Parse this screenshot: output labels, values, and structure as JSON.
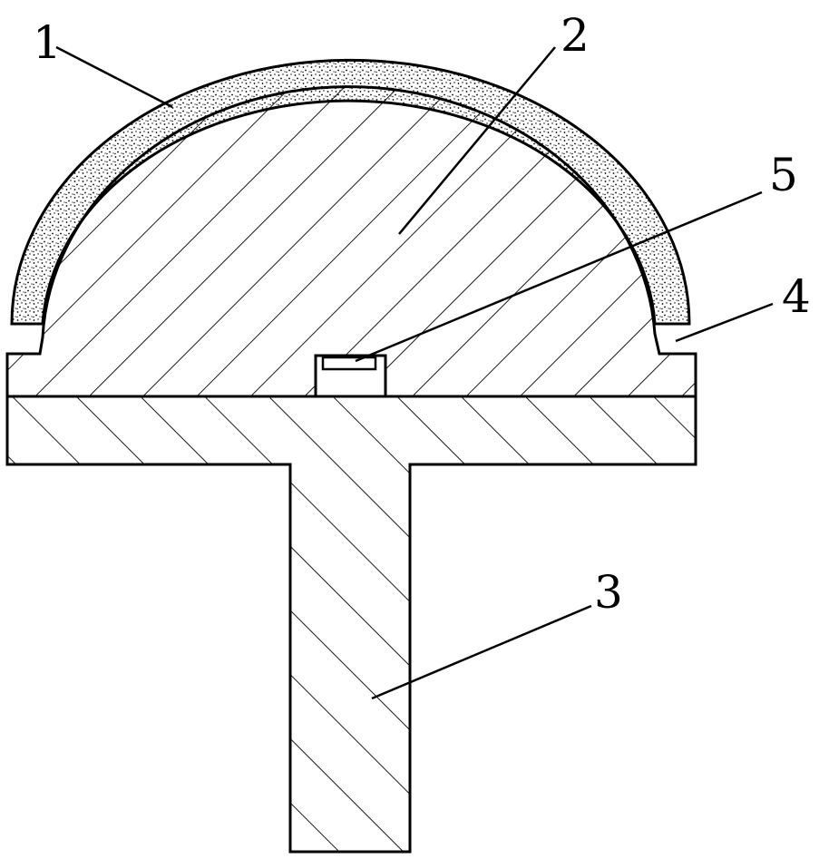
{
  "colors": {
    "stroke": "#000000",
    "background": "#ffffff",
    "coating_dots": "#000000"
  },
  "callouts": [
    {
      "id": "1",
      "label": "1"
    },
    {
      "id": "2",
      "label": "2"
    },
    {
      "id": "3",
      "label": "3"
    },
    {
      "id": "4",
      "label": "4"
    },
    {
      "id": "5",
      "label": "5"
    }
  ]
}
